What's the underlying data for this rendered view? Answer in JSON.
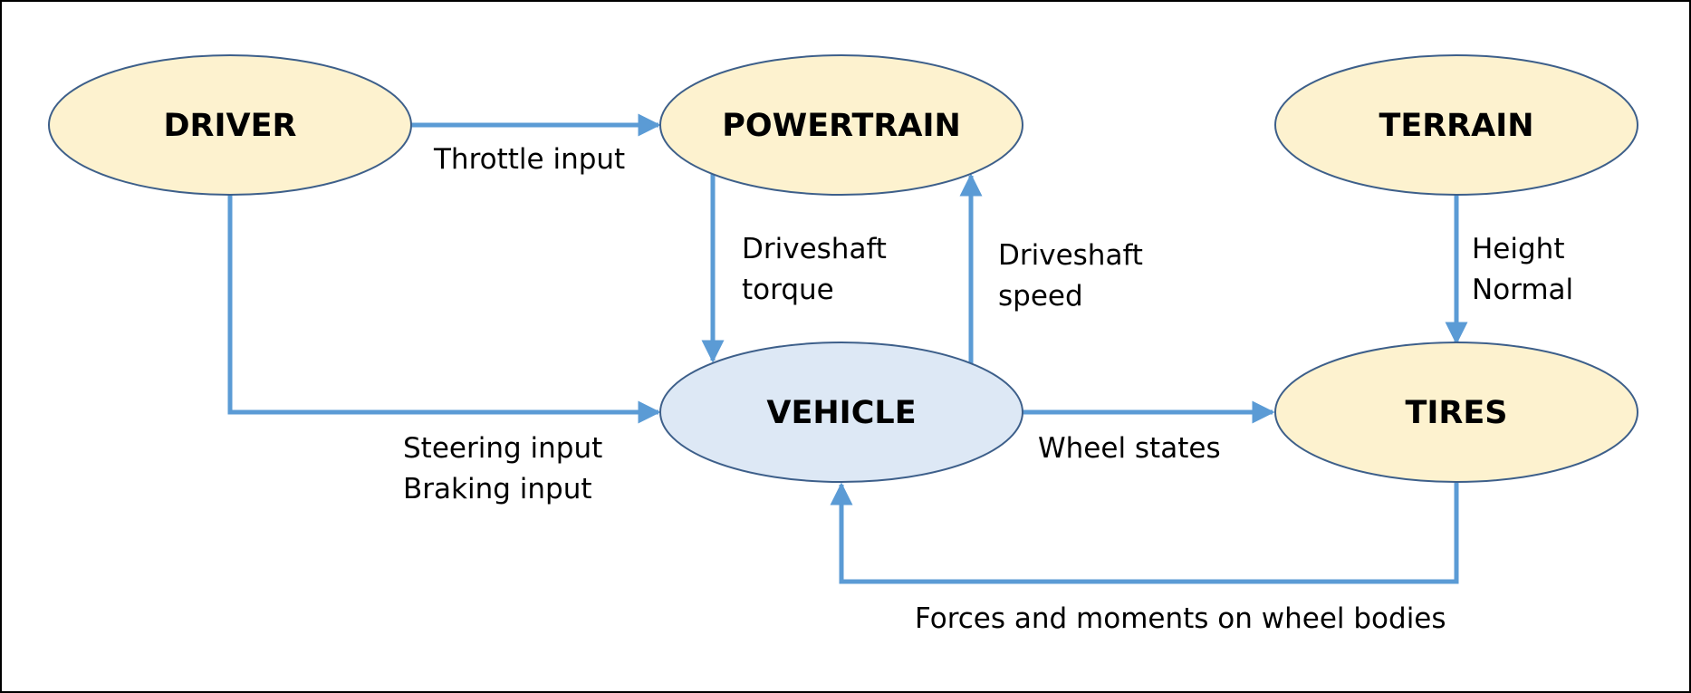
{
  "colors": {
    "node_fill": "#fdf2cf",
    "node_fill_highlight": "#dde8f5",
    "node_stroke": "#3d5f8a",
    "arrow": "#5b9bd5",
    "border": "#000000",
    "text": "#000000"
  },
  "nodes": {
    "driver": "DRIVER",
    "powertrain": "POWERTRAIN",
    "terrain": "TERRAIN",
    "vehicle": "VEHICLE",
    "tires": "TIRES"
  },
  "edges": {
    "throttle": [
      "Throttle input"
    ],
    "driveshaft_torque": [
      "Driveshaft",
      "torque"
    ],
    "driveshaft_speed": [
      "Driveshaft",
      "speed"
    ],
    "height_normal": [
      "Height",
      "Normal"
    ],
    "steering_braking": [
      "Steering input",
      "Braking input"
    ],
    "wheel_states": [
      "Wheel states"
    ],
    "forces_moments": [
      "Forces and moments on wheel bodies"
    ]
  }
}
